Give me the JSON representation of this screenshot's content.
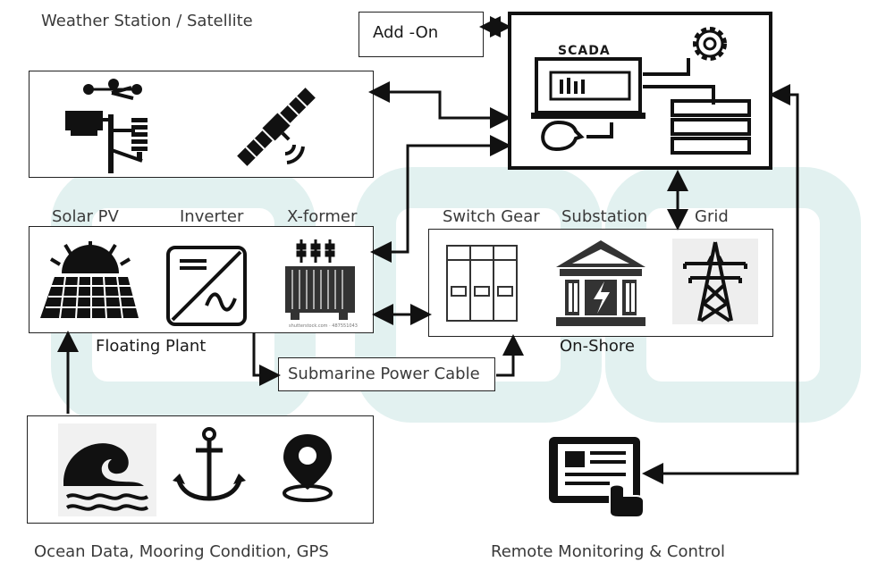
{
  "weather": {
    "title": "Weather Station / Satellite"
  },
  "addon": {
    "label": "Add -On"
  },
  "scada": {
    "label": "SCADA"
  },
  "plant": {
    "labels": {
      "solar": "Solar PV",
      "inverter": "Inverter",
      "xformer": "X-former"
    },
    "caption": "Floating Plant",
    "stock_text": "shutterstock.com · 487551043"
  },
  "onshore": {
    "labels": {
      "switchgear": "Switch Gear",
      "substation": "Substation",
      "grid": "Grid"
    },
    "caption": "On-Shore"
  },
  "cable": {
    "label": "Submarine Power Cable"
  },
  "ocean": {
    "caption": "Ocean Data, Mooring Condition, GPS"
  },
  "remote": {
    "caption": "Remote Monitoring & Control"
  },
  "colors": {
    "line": "#111111",
    "text": "#3a3a3a",
    "watermark": "#dff0ef"
  }
}
